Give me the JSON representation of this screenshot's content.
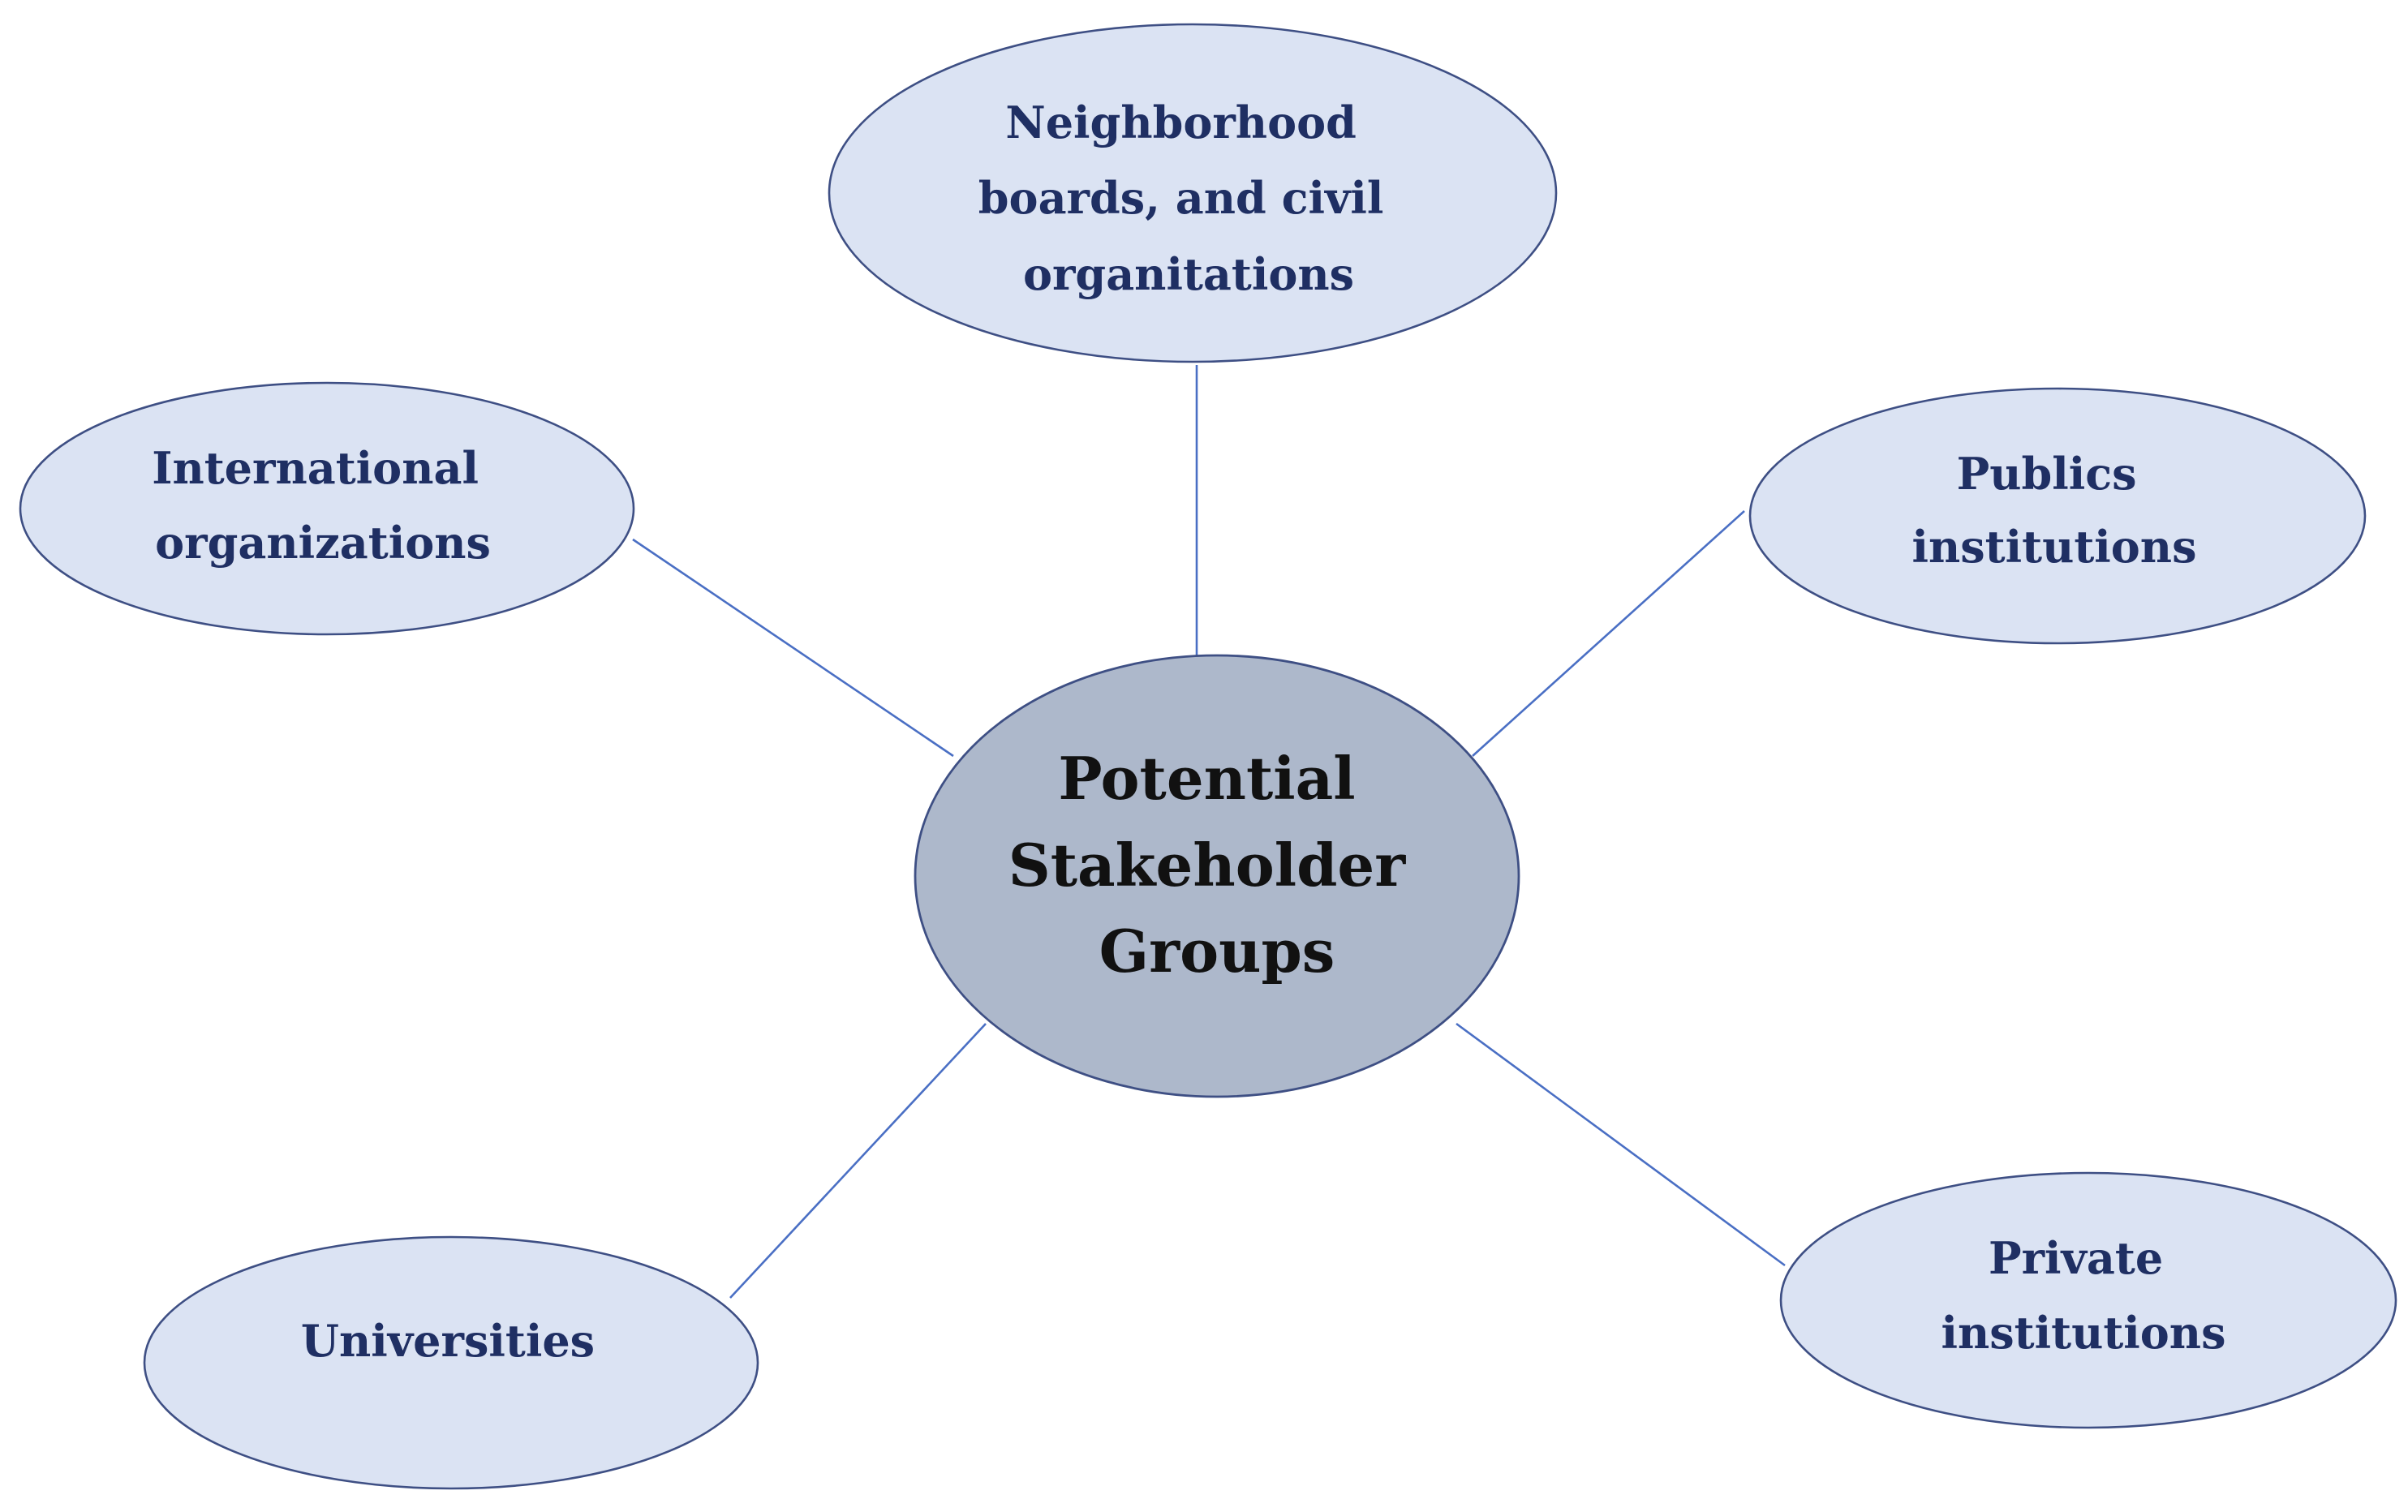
{
  "center": {
    "lines": [
      "Potential",
      "Stakeholder",
      "Groups"
    ]
  },
  "nodes": [
    {
      "id": "neighborhood",
      "lines": [
        "Neighborhood",
        "boards, and civil",
        "organitations"
      ]
    },
    {
      "id": "international",
      "lines": [
        "International",
        "organizations"
      ]
    },
    {
      "id": "public",
      "lines": [
        "Publics",
        "institutions"
      ]
    },
    {
      "id": "universities",
      "lines": [
        "Universities"
      ]
    },
    {
      "id": "private",
      "lines": [
        "Private",
        "institutions"
      ]
    }
  ],
  "colors": {
    "outer_fill": "#dbe3f3",
    "center_fill": "#adb8cb",
    "outline": "#3e4f84",
    "connector": "#4a6fc4",
    "outer_text": "#1f2f63",
    "center_text": "#111111"
  }
}
